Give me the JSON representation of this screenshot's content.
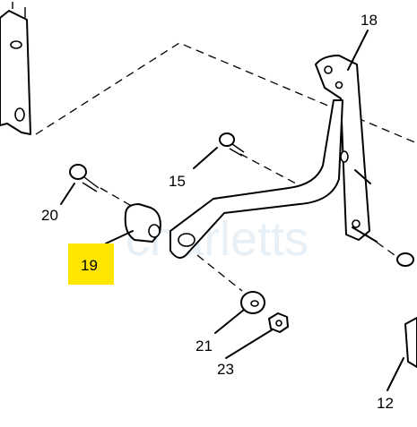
{
  "watermark": "charletts",
  "highlight_color": "#ffe600",
  "callouts": [
    {
      "id": "c18",
      "label": "18"
    },
    {
      "id": "c15",
      "label": "15"
    },
    {
      "id": "c20",
      "label": "20"
    },
    {
      "id": "c19",
      "label": "19",
      "highlighted": true
    },
    {
      "id": "c21",
      "label": "21"
    },
    {
      "id": "c23",
      "label": "23"
    },
    {
      "id": "c12",
      "label": "12"
    }
  ]
}
